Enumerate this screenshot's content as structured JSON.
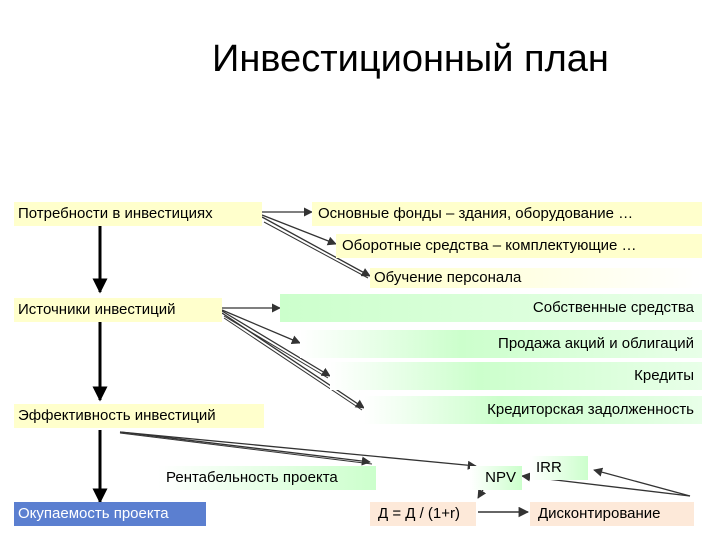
{
  "title": "Инвестиционный план",
  "colors": {
    "yellow": "#ffffcc",
    "green_start": "#ccffcc",
    "green_end": "#ffffff",
    "peach": "#fde9d9",
    "line": "#333333"
  },
  "left_column": {
    "needs": "Потребности в инвестициях",
    "sources": "Источники инвестиций",
    "efficiency": "Эффективность инвестиций",
    "payback": "Окупаемость проекта"
  },
  "needs_items": [
    "Основные фонды – здания, оборудование …",
    "Оборотные средства – комплектующие …",
    "Обучение персонала"
  ],
  "sources_items": [
    "Собственные средства",
    "Продажа акций и облигаций",
    "Кредиты",
    "Кредиторская задолженность"
  ],
  "efficiency_items": {
    "profitability": "Рентабельность проекта",
    "npv": "NPV",
    "irr": "IRR",
    "formula": "Д = Д / (1+r)",
    "discounting": "Дисконтирование"
  }
}
